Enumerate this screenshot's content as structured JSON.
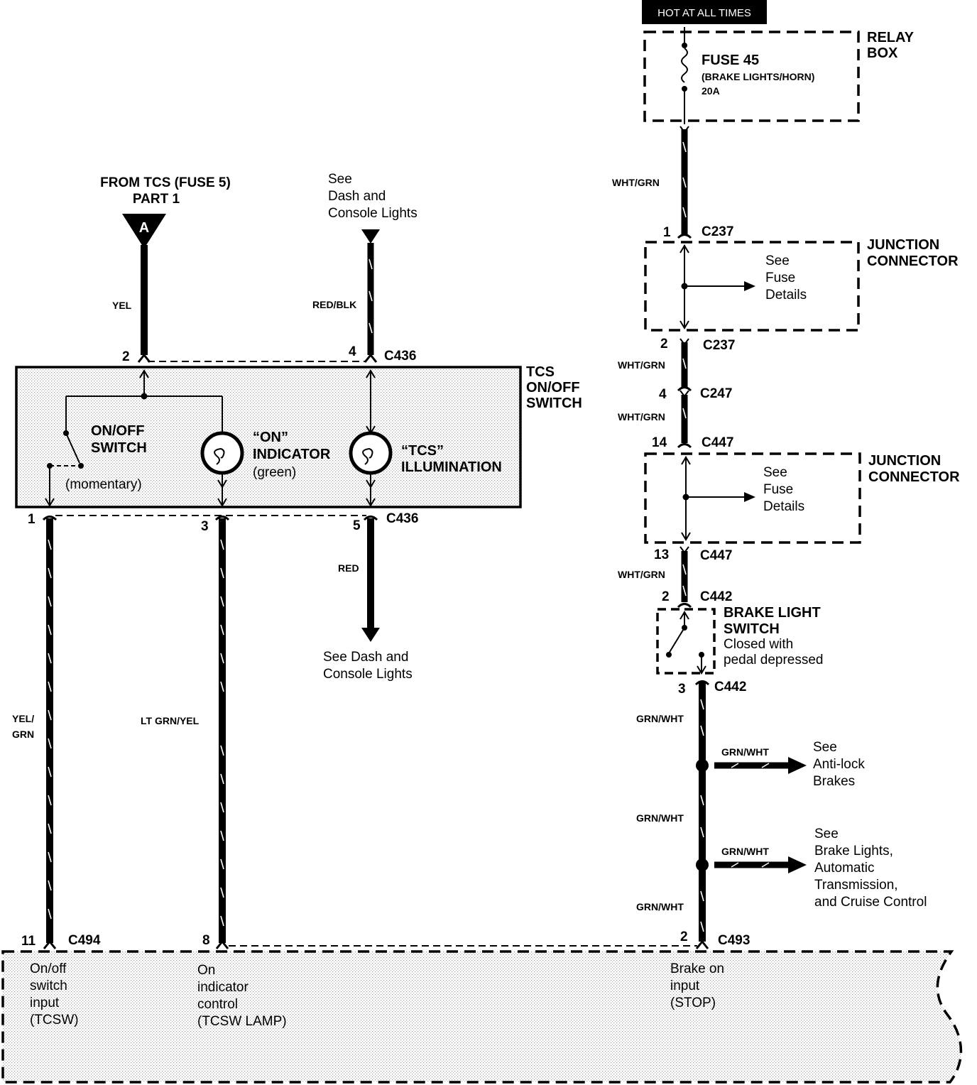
{
  "colors": {
    "ink": "#000000",
    "paper": "#ffffff",
    "shade": "#e6e6e6"
  },
  "header": {
    "hot_label": "HOT AT ALL TIMES"
  },
  "relay_box": {
    "title_line1": "RELAY",
    "title_line2": "BOX",
    "fuse_name": "FUSE 45",
    "fuse_desc": "(BRAKE LIGHTS/HORN)",
    "fuse_rating": "20A"
  },
  "fuse_source": {
    "line1": "FROM TCS (FUSE 5)",
    "line2": "PART 1",
    "marker": "A"
  },
  "dash_top_ref": {
    "line1": "See",
    "line2": "Dash and",
    "line3": "Console Lights"
  },
  "dash_bottom_ref": {
    "line1": "See Dash and",
    "line2": "Console Lights"
  },
  "tcs_switch": {
    "title_line1": "TCS",
    "title_line2": "ON/OFF",
    "title_line3": "SWITCH",
    "onoff_line1": "ON/OFF",
    "onoff_line2": "SWITCH",
    "momentary": "(momentary)",
    "on_ind_line1": "“ON”",
    "on_ind_line2": "INDICATOR",
    "on_ind_line3": "(green)",
    "tcs_ill_line1": "“TCS”",
    "tcs_ill_line2": "ILLUMINATION"
  },
  "wires": {
    "yel": "YEL",
    "red_blk": "RED/BLK",
    "red": "RED",
    "yel_grn_1": "YEL/",
    "yel_grn_2": "GRN",
    "lt_grn_yel": "LT GRN/YEL",
    "wht_grn_1": "WHT/GRN",
    "wht_grn_2": "WHT/GRN",
    "wht_grn_3": "WHT/GRN",
    "wht_grn_4": "WHT/GRN",
    "grn_wht_1": "GRN/WHT",
    "grn_wht_2": "GRN/WHT",
    "grn_wht_3": "GRN/WHT",
    "grn_wht_branch1": "GRN/WHT",
    "grn_wht_branch2": "GRN/WHT"
  },
  "connectors": {
    "c436": "C436",
    "c237": "C237",
    "c247": "C247",
    "c447": "C447",
    "c442": "C442",
    "c494": "C494",
    "c493": "C493"
  },
  "pins": {
    "p2_top": "2",
    "p4_top": "4",
    "p1": "1",
    "p3": "3",
    "p5": "5",
    "c237_1": "1",
    "c237_2": "2",
    "c247_4": "4",
    "c447_14": "14",
    "c447_13": "13",
    "c442_2": "2",
    "c442_3": "3",
    "c494_11": "11",
    "c494_8": "8",
    "c493_2": "2"
  },
  "junction": {
    "title_line1": "JUNCTION",
    "title_line2": "CONNECTOR",
    "see1": "See",
    "see2": "Fuse",
    "see3": "Details"
  },
  "brake_switch": {
    "line1": "BRAKE LIGHT",
    "line2": "SWITCH",
    "line3": "Closed with",
    "line4": "pedal depressed"
  },
  "abs_ref": {
    "line1": "See",
    "line2": "Anti-lock",
    "line3": "Brakes"
  },
  "brake_lights_ref": {
    "line1": "See",
    "line2": "Brake Lights,",
    "line3": "Automatic",
    "line4": "Transmission,",
    "line5": "and Cruise Control"
  },
  "module": {
    "in1_line1": "On/off",
    "in1_line2": "switch",
    "in1_line3": "input",
    "in1_line4": "(TCSW)",
    "in2_line1": "On",
    "in2_line2": "indicator",
    "in2_line3": "control",
    "in2_line4": "(TCSW LAMP)",
    "in3_line1": "Brake on",
    "in3_line2": "input",
    "in3_line3": "(STOP)"
  }
}
